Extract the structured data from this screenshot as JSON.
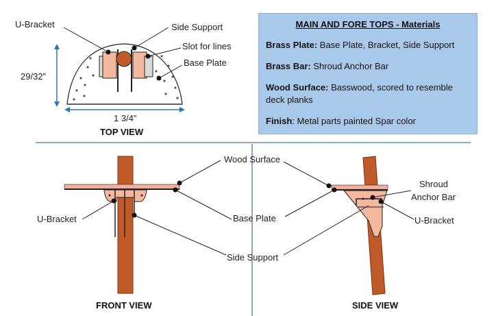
{
  "materials": {
    "title": "MAIN AND FORE TOPS - Materials",
    "rows": [
      {
        "label": "Brass Plate:",
        "text": "Base Plate, Bracket, Side Support"
      },
      {
        "label": "Brass Bar:",
        "text": "Shroud Anchor Bar"
      },
      {
        "label": "Wood Surface:",
        "text": "Basswood, scored to resemble deck planks"
      },
      {
        "label": "Finish",
        "text": ": Metal parts painted Spar color"
      }
    ]
  },
  "top_view": {
    "title": "TOP VIEW",
    "height_dim": "29/32”",
    "width_dim": "1 3/4”",
    "labels": {
      "u_bracket": "U-Bracket",
      "side_support": "Side Support",
      "slot_for_lines": "Slot for lines",
      "base_plate": "Base Plate"
    }
  },
  "front_view": {
    "title": "FRONT VIEW",
    "labels": {
      "u_bracket": "U-Bracket",
      "wood_surface": "Wood Surface",
      "base_plate": "Base Plate",
      "side_support": "Side Support"
    }
  },
  "side_view": {
    "title": "SIDE VIEW",
    "labels": {
      "shroud_anchor_line1": "Shroud",
      "shroud_anchor_line2": "Anchor Bar",
      "u_bracket": "U-Bracket"
    }
  },
  "colors": {
    "mast": "#c05a28",
    "wood": "#f2b09a",
    "bracket": "#f4b89e",
    "panel": "#a9c9ea",
    "rule": "#1f4e79"
  }
}
